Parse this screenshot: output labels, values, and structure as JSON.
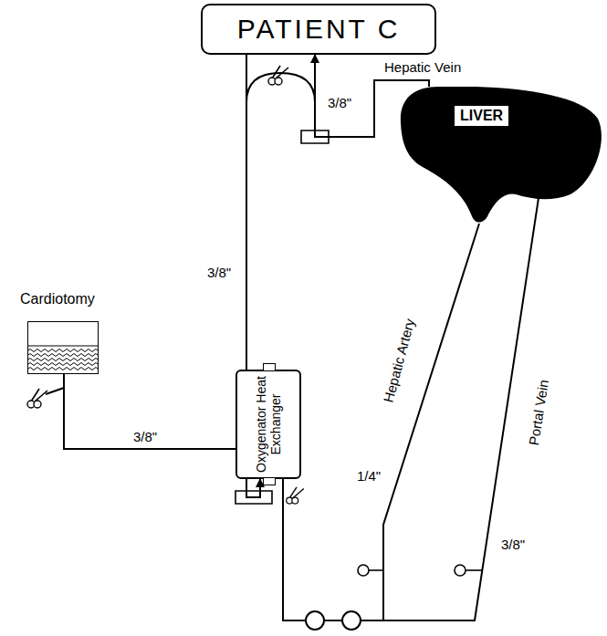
{
  "diagram": {
    "nodes": [
      {
        "text": [
          "PATIENT C"
        ]
      },
      {
        "text": [
          "LIVER"
        ]
      },
      {
        "text": [
          "Cardiotomy"
        ]
      },
      {
        "text": [
          "Oxygenator Heat Exchanger"
        ]
      }
    ],
    "edges": [
      {
        "from": 0,
        "to": 3,
        "arrow": "to"
      },
      {
        "from": 2,
        "to": 3,
        "arrow": "none"
      },
      {
        "from": 3,
        "to": 1,
        "arrow": "none"
      },
      {
        "from": 3,
        "to": 1,
        "arrow": "none"
      },
      {
        "from": 1,
        "to": 0,
        "arrow": "to"
      }
    ],
    "labels": [
      "Hepatic Vein",
      "3/8\"",
      "3/8\"",
      "3/8\"",
      "1/4\"",
      "Hepatic Artery",
      "Portal Vein",
      "3/8\""
    ]
  }
}
